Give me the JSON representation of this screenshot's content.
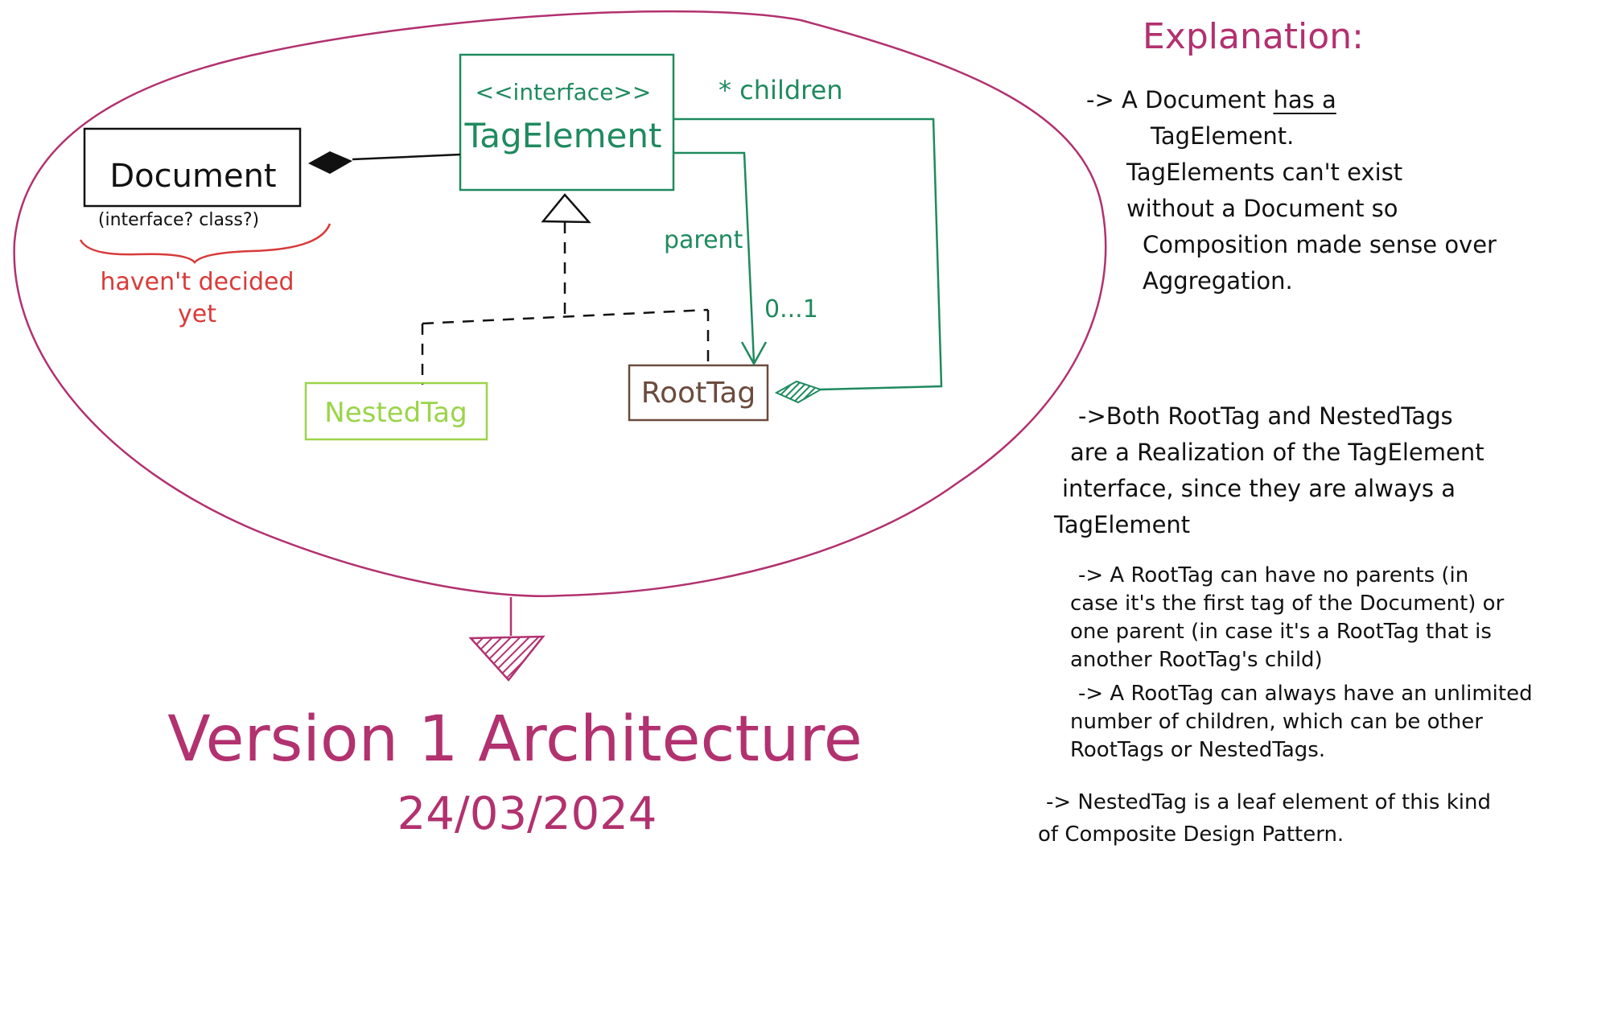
{
  "diagram": {
    "interface_stereotype": "<<interface>>",
    "interface_name": "TagElement",
    "document_label": "Document",
    "document_note": "(interface? class?)",
    "undecided_note_line1": "haven't decided",
    "undecided_note_line2": "yet",
    "nested_tag_label": "NestedTag",
    "root_tag_label": "RootTag",
    "children_label": "* children",
    "parent_label": "parent",
    "multiplicity_label": "0...1"
  },
  "footer": {
    "title": "Version 1 Architecture",
    "date": "24/03/2024"
  },
  "explanation": {
    "title": "Explanation:",
    "p1": [
      "-> A Document has a",
      "TagElement.",
      "TagElements can't exist",
      "without a Document so",
      "Composition made sense over",
      "Aggregation."
    ],
    "p1_underlined": "has a",
    "p2": [
      "->Both RootTag and NestedTags",
      "are a Realization of the TagElement",
      "interface, since they are always a",
      "TagElement"
    ],
    "p3": [
      "-> A RootTag can have no parents (in",
      "case it's the first tag of the Document) or",
      "one parent (in case it's a RootTag that is",
      "another RootTag's child)"
    ],
    "p4": [
      "-> A RootTag can always have an unlimited",
      "number of children, which can be other",
      "RootTags or NestedTags."
    ],
    "p5": [
      "-> NestedTag is a leaf element of this kind",
      "of Composite Design Pattern."
    ]
  },
  "colors": {
    "boundary": "#b2316f",
    "interface": "#1f8a5f",
    "document": "#111111",
    "note": "#d93a3a",
    "nested_tag": "#9bd44a",
    "root_tag": "#6b4b3e",
    "text": "#111111"
  }
}
